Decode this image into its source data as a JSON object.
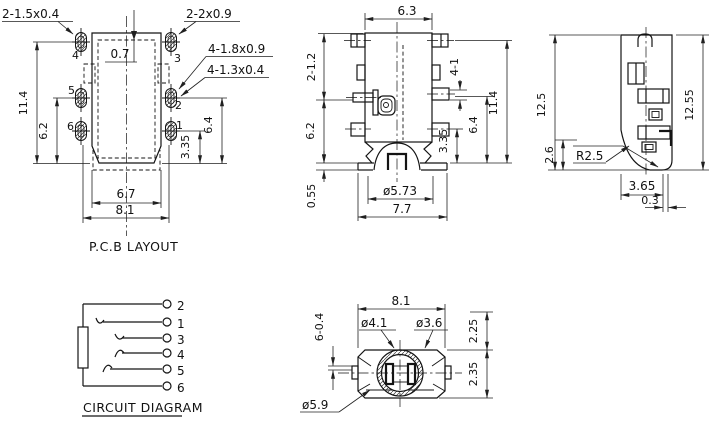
{
  "pcb": {
    "title": "P.C.B LAYOUT",
    "callout_tl": "2-1.5x0.4",
    "callout_tr": "2-2x0.9",
    "callout_pad_outer": "4-1.8x0.9",
    "callout_pad_inner": "4-1.3x0.4",
    "dim_offset": "0.7",
    "dim_total_h": "11.4",
    "dim_mid_h": "6.2",
    "dim_pin1_h": "3.35",
    "dim_pin2_h": "6.4",
    "dim_inner_w": "6.7",
    "dim_outer_w": "8.1",
    "pads": [
      "4",
      "5",
      "6",
      "3",
      "2",
      "1"
    ]
  },
  "front": {
    "dim_top_w": "6.3",
    "dim_tab": "2-1.2",
    "dim_body_h": "6.2",
    "dim_standoff": "0.55",
    "dim_pin_w": "4-1",
    "dim_total_h": "11.4",
    "dim_mid_h": "6.4",
    "dim_low_h": "3.35",
    "dim_bore": "ø5.73",
    "dim_base_w": "7.7"
  },
  "side": {
    "dim_h_left": "12.5",
    "dim_h_right": "12.55",
    "dim_corner_h": "2.6",
    "radius": "R2.5",
    "dim_foot_w": "3.65",
    "dim_edge": "0.3"
  },
  "bottom": {
    "dim_w": "8.1",
    "dia_inner": "ø4.1",
    "dia_bore": "ø3.6",
    "dim_pins": "6-0.4",
    "dim_upper": "2.25",
    "dim_lower": "2.35",
    "dia_outer": "ø5.9"
  },
  "circuit": {
    "title": "CIRCUIT DIAGRAM",
    "pins": [
      "2",
      "1",
      "3",
      "4",
      "5",
      "6"
    ]
  }
}
